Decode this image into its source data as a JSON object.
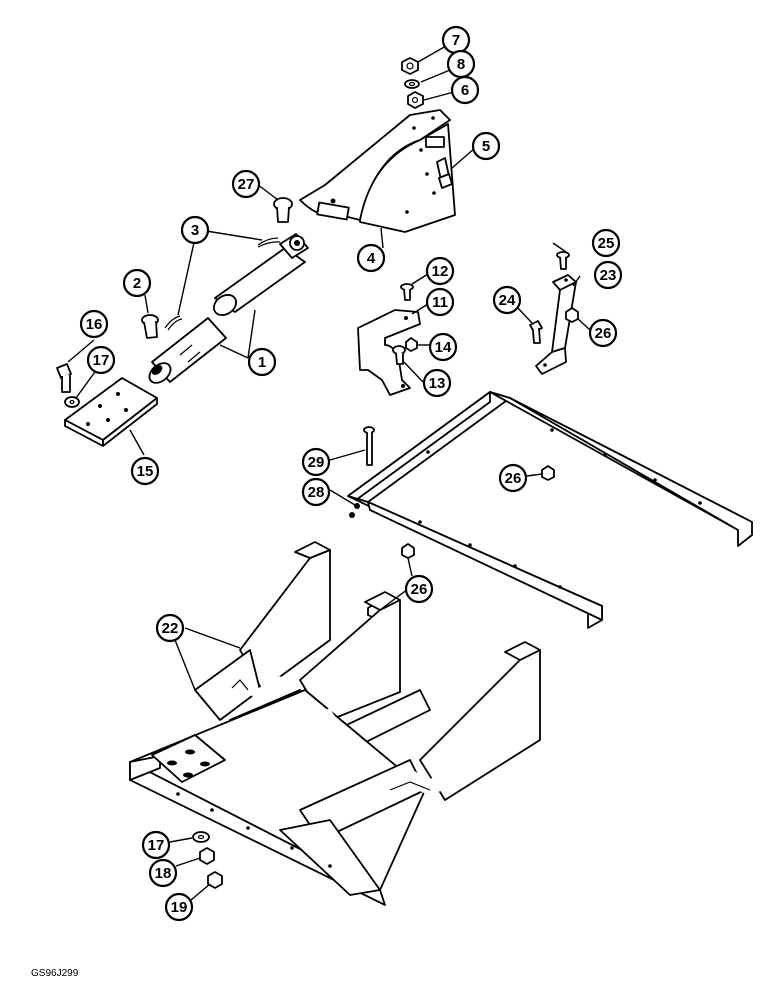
{
  "drawing_code": "GS96J299",
  "callouts": [
    {
      "id": "c7",
      "label": "7"
    },
    {
      "id": "c8",
      "label": "8"
    },
    {
      "id": "c6",
      "label": "6"
    },
    {
      "id": "c5",
      "label": "5"
    },
    {
      "id": "c27",
      "label": "27"
    },
    {
      "id": "c3",
      "label": "3"
    },
    {
      "id": "c4",
      "label": "4"
    },
    {
      "id": "c25",
      "label": "25"
    },
    {
      "id": "c23",
      "label": "23"
    },
    {
      "id": "c2",
      "label": "2"
    },
    {
      "id": "c12",
      "label": "12"
    },
    {
      "id": "c11",
      "label": "11"
    },
    {
      "id": "c24",
      "label": "24"
    },
    {
      "id": "c26a",
      "label": "26"
    },
    {
      "id": "c16",
      "label": "16"
    },
    {
      "id": "c14",
      "label": "14"
    },
    {
      "id": "c1",
      "label": "1"
    },
    {
      "id": "c17a",
      "label": "17"
    },
    {
      "id": "c13",
      "label": "13"
    },
    {
      "id": "c15",
      "label": "15"
    },
    {
      "id": "c29",
      "label": "29"
    },
    {
      "id": "c26b",
      "label": "26"
    },
    {
      "id": "c28",
      "label": "28"
    },
    {
      "id": "c26c",
      "label": "26"
    },
    {
      "id": "c22",
      "label": "22"
    },
    {
      "id": "c17b",
      "label": "17"
    },
    {
      "id": "c18",
      "label": "18"
    },
    {
      "id": "c19",
      "label": "19"
    }
  ]
}
